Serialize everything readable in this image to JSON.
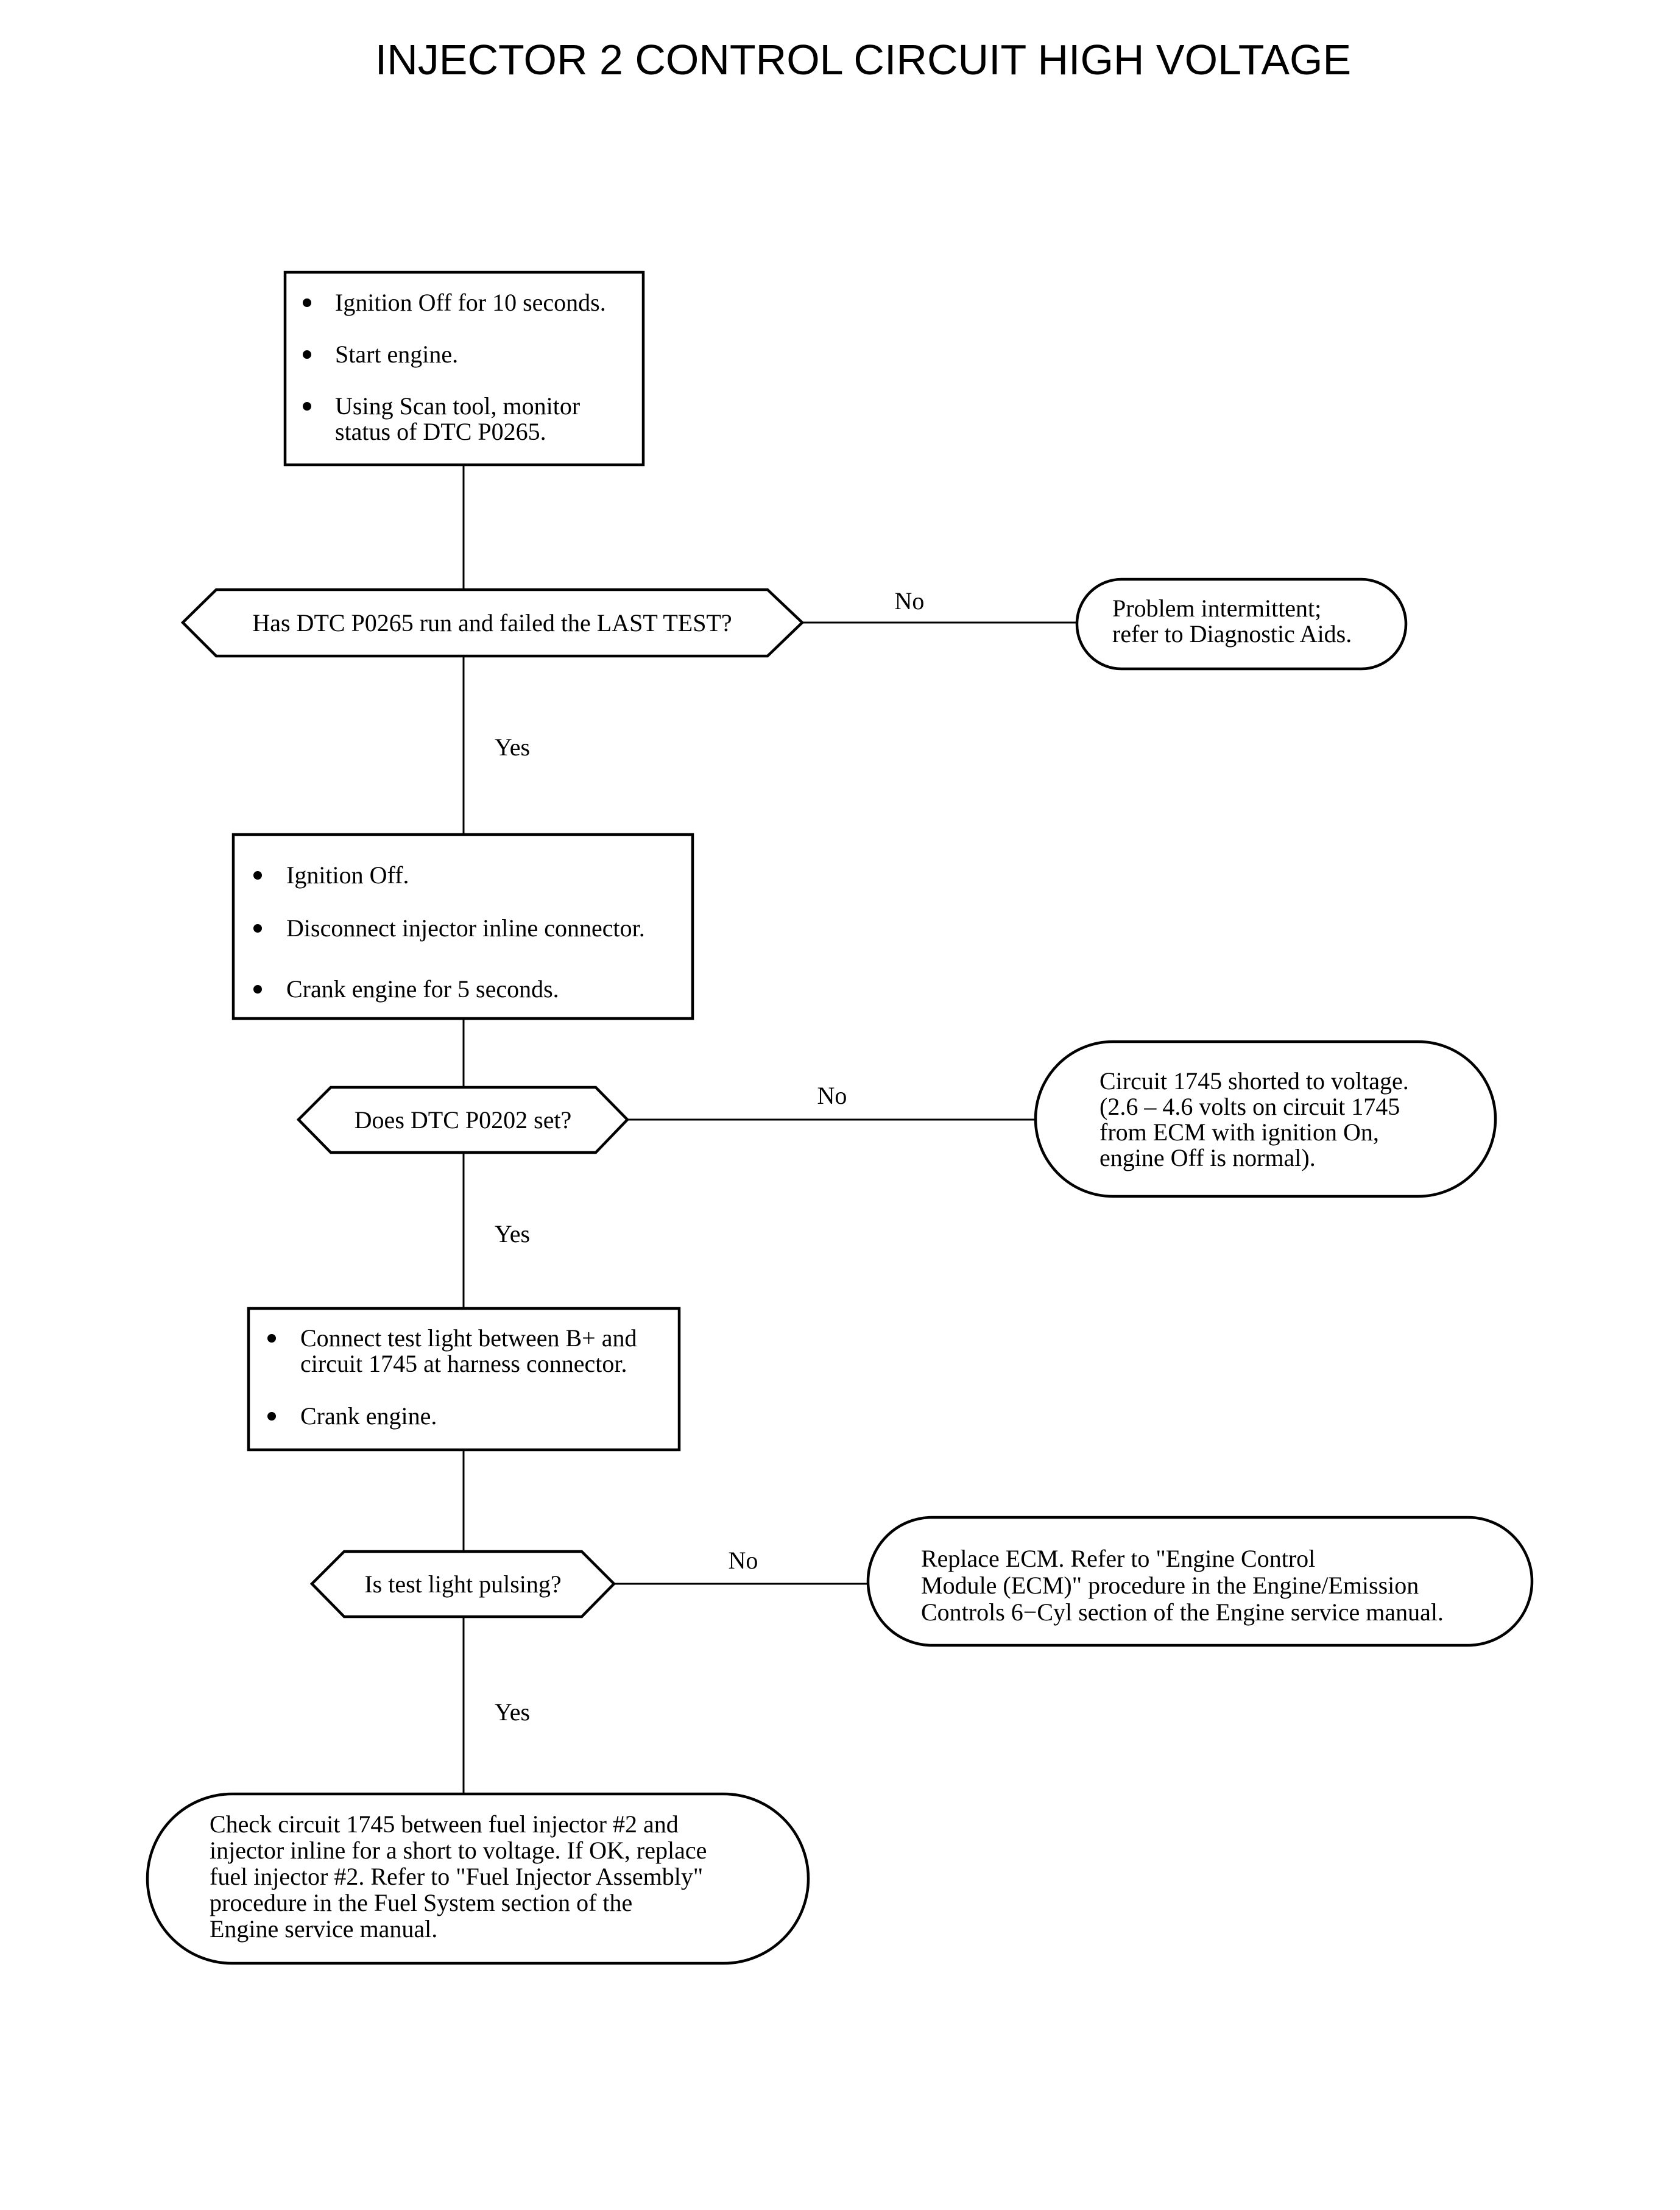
{
  "title": "INJECTOR 2 CONTROL CIRCUIT HIGH VOLTAGE",
  "nodes": {
    "step1": {
      "bullets": [
        [
          "Ignition Off for 10 seconds."
        ],
        [
          "Start engine."
        ],
        [
          "Using Scan tool, monitor",
          "status of DTC P0265."
        ]
      ]
    },
    "decision1": {
      "text": "Has DTC P0265 run and failed the LAST TEST?"
    },
    "result1": {
      "lines": [
        "Problem intermittent;",
        "refer to Diagnostic Aids."
      ]
    },
    "step2": {
      "bullets": [
        [
          "Ignition Off."
        ],
        [
          "Disconnect injector inline connector."
        ],
        [
          "Crank engine for 5 seconds."
        ]
      ]
    },
    "decision2": {
      "text": "Does DTC P0202 set?"
    },
    "result2": {
      "lines": [
        "Circuit 1745 shorted to voltage.",
        "(2.6 – 4.6 volts on circuit 1745",
        "from ECM with ignition On,",
        "engine Off is normal)."
      ]
    },
    "step3": {
      "bullets": [
        [
          "Connect test light between B+ and",
          "circuit 1745 at harness connector."
        ],
        [
          "Crank engine."
        ]
      ]
    },
    "decision3": {
      "text": "Is test light pulsing?"
    },
    "result3": {
      "lines": [
        "Replace ECM. Refer to \"Engine Control",
        "Module (ECM)\" procedure in the Engine/Emission",
        "Controls 6−Cyl section of the Engine service manual."
      ]
    },
    "final": {
      "lines": [
        "Check circuit 1745 between fuel injector #2 and",
        "injector inline for a short to voltage. If OK, replace",
        "fuel injector #2. Refer to \"Fuel Injector Assembly\"",
        "procedure in the Fuel System section of the",
        "Engine service manual."
      ]
    }
  },
  "edges": {
    "d1_no": "No",
    "d1_yes": "Yes",
    "d2_no": "No",
    "d2_yes": "Yes",
    "d3_no": "No",
    "d3_yes": "Yes"
  }
}
